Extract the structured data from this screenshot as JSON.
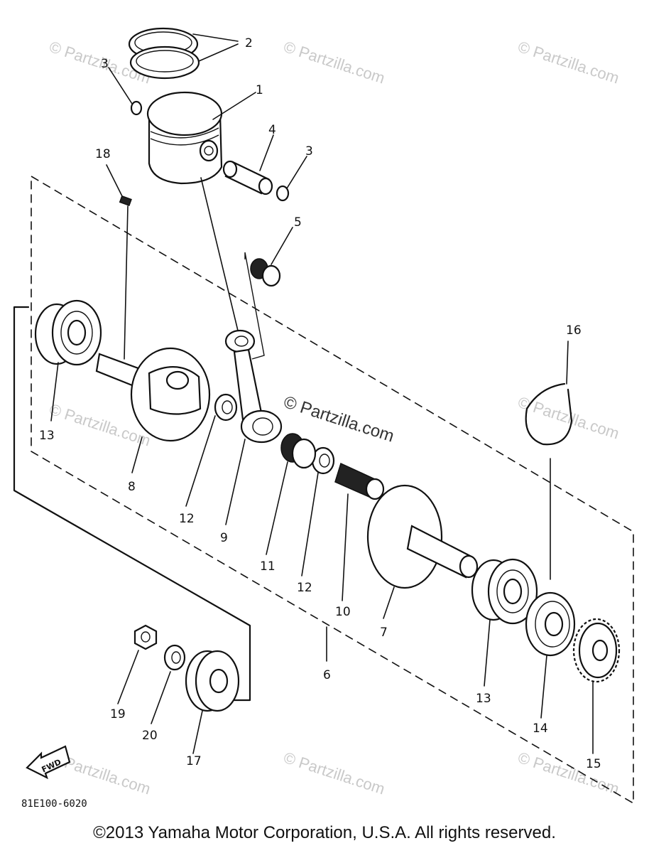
{
  "watermark": "© Partzilla.com",
  "diagram_code": "81E100-6020",
  "fwd_label": "FWD",
  "copyright": "©2013  Yamaha Motor Corporation, U.S.A. All rights reserved.",
  "callouts": {
    "c1": "1",
    "c2": "2",
    "c3a": "3",
    "c3b": "3",
    "c4": "4",
    "c5": "5",
    "c6": "6",
    "c7": "7",
    "c8": "8",
    "c9": "9",
    "c10": "10",
    "c11": "11",
    "c12a": "12",
    "c12b": "12",
    "c13a": "13",
    "c13b": "13",
    "c14": "14",
    "c15": "15",
    "c16": "16",
    "c17": "17",
    "c18": "18",
    "c19": "19",
    "c20": "20"
  }
}
